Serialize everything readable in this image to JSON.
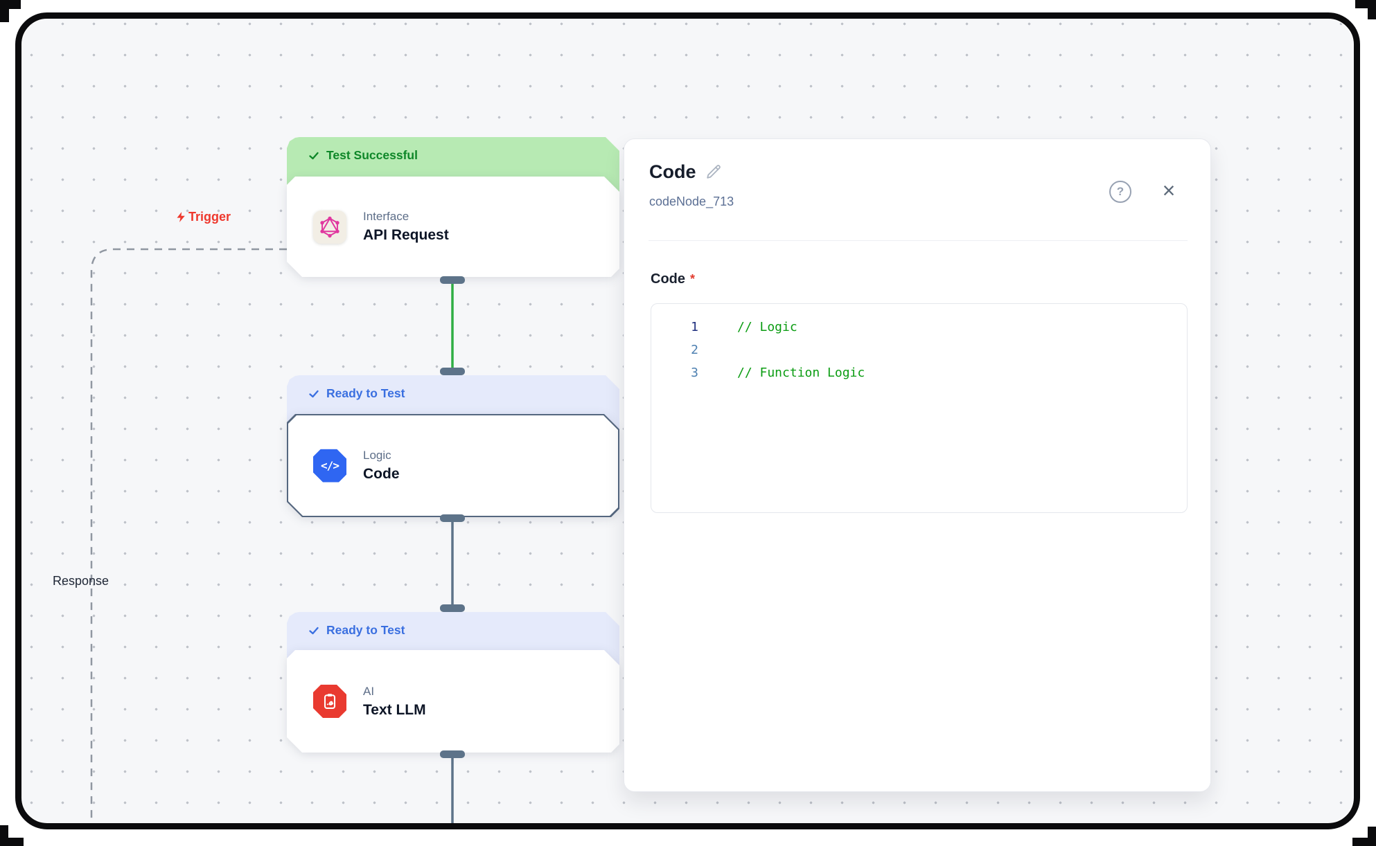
{
  "canvas": {
    "trigger": {
      "label": "Trigger",
      "icon": "lightning-icon",
      "color": "#ee382d"
    },
    "response_label": "Response",
    "nodes": [
      {
        "status": {
          "label": "Test Successful",
          "text_color": "#0e8728",
          "bg": "#b7eab3"
        },
        "category": "Interface",
        "title": "API Request",
        "icon": "graphql-icon"
      },
      {
        "status": {
          "label": "Ready to Test",
          "text_color": "#3a6fe0",
          "bg": "#e5eafb"
        },
        "category": "Logic",
        "title": "Code",
        "icon": "code-icon",
        "selected": true
      },
      {
        "status": {
          "label": "Ready to Test",
          "text_color": "#3a6fe0",
          "bg": "#e5eafb"
        },
        "category": "AI",
        "title": "Text LLM",
        "icon": "text-llm-icon"
      }
    ],
    "icon_glyphs": {
      "code_tile_glyph": "</>"
    }
  },
  "panel": {
    "title": "Code",
    "subtitle": "codeNode_713",
    "help_label": "?",
    "close_label": "×",
    "field": {
      "label": "Code",
      "required": "*"
    },
    "editor": {
      "lines": [
        {
          "num": "1",
          "code": "// Logic"
        },
        {
          "num": "2",
          "code": ""
        },
        {
          "num": "3",
          "code": "// Function Logic"
        }
      ],
      "comment_color": "#0b9c12",
      "active_line_number_color": "#20307f",
      "line_number_color": "#4c7fb0"
    }
  },
  "colors": {
    "canvas_bg": "#f6f7f9",
    "frame_border": "#0b0b0d",
    "edge_success": "#2fae44",
    "edge_default": "#5d7389",
    "edge_trigger_dash": "#9097a1",
    "node_selected_border": "#55677f",
    "tile_blue": "#2f66f2",
    "tile_red": "#e93a30",
    "graphql_pink": "#e0379f"
  }
}
